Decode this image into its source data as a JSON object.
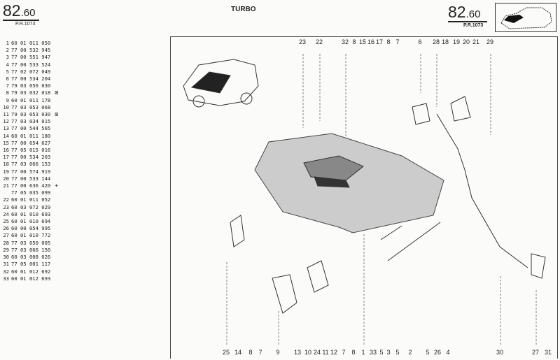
{
  "header": {
    "ref_main": "82",
    "ref_sub": ".60",
    "pr": "P.R.1073",
    "title": "TURBO"
  },
  "parts": [
    {
      "n": "1",
      "ref": "60 01 011 050",
      "mark": ""
    },
    {
      "n": "2",
      "ref": "77 00 532 945",
      "mark": ""
    },
    {
      "n": "3",
      "ref": "77 00 551 947",
      "mark": ""
    },
    {
      "n": "4",
      "ref": "77 00 533 524",
      "mark": ""
    },
    {
      "n": "5",
      "ref": "77 02 072 049",
      "mark": ""
    },
    {
      "n": "6",
      "ref": "77 00 534 204",
      "mark": ""
    },
    {
      "n": "7",
      "ref": "79 03 056 030",
      "mark": ""
    },
    {
      "n": "8",
      "ref": "79 03 032 018",
      "mark": "⊠"
    },
    {
      "n": "9",
      "ref": "60 01 011 178",
      "mark": ""
    },
    {
      "n": "10",
      "ref": "77 03 053 068",
      "mark": ""
    },
    {
      "n": "11",
      "ref": "79 03 053 030",
      "mark": "⊠"
    },
    {
      "n": "12",
      "ref": "77 03 034 015",
      "mark": ""
    },
    {
      "n": "13",
      "ref": "77 00 544 565",
      "mark": ""
    },
    {
      "n": "14",
      "ref": "60 01 011 180",
      "mark": ""
    },
    {
      "n": "15",
      "ref": "77 00 654 627",
      "mark": ""
    },
    {
      "n": "16",
      "ref": "77 05 015 016",
      "mark": ""
    },
    {
      "n": "17",
      "ref": "77 00 534 203",
      "mark": ""
    },
    {
      "n": "18",
      "ref": "77 03 066 153",
      "mark": ""
    },
    {
      "n": "19",
      "ref": "77 00 574 919",
      "mark": ""
    },
    {
      "n": "20",
      "ref": "77 00 533 144",
      "mark": ""
    },
    {
      "n": "21",
      "ref": "77 00 636 420",
      "mark": "+"
    },
    {
      "n": "",
      "ref": "77 05 035 099",
      "mark": ""
    },
    {
      "n": "22",
      "ref": "60 01 011 052",
      "mark": ""
    },
    {
      "n": "23",
      "ref": "60 03 072 029",
      "mark": ""
    },
    {
      "n": "24",
      "ref": "60 01 010 693",
      "mark": ""
    },
    {
      "n": "25",
      "ref": "60 01 010 694",
      "mark": ""
    },
    {
      "n": "26",
      "ref": "60 00 054 995",
      "mark": ""
    },
    {
      "n": "27",
      "ref": "60 01 010 772",
      "mark": ""
    },
    {
      "n": "28",
      "ref": "77 03 050 005",
      "mark": ""
    },
    {
      "n": "29",
      "ref": "77 03 066 150",
      "mark": ""
    },
    {
      "n": "30",
      "ref": "60 03 008 026",
      "mark": ""
    },
    {
      "n": "31",
      "ref": "77 05 001 117",
      "mark": ""
    },
    {
      "n": "32",
      "ref": "60 01 012 692",
      "mark": ""
    },
    {
      "n": "33",
      "ref": "60 01 012 693",
      "mark": ""
    }
  ],
  "callouts_top": [
    "23",
    "22",
    "32",
    "8",
    "15",
    "16",
    "17",
    "8",
    "7",
    "6",
    "28",
    "18",
    "19",
    "20",
    "21",
    "29"
  ],
  "callouts_bottom": [
    "25",
    "14",
    "8",
    "7",
    "9",
    "13",
    "10",
    "24",
    "11",
    "12",
    "7",
    "8",
    "1",
    "33",
    "5",
    "3",
    "5",
    "2",
    "5",
    "26",
    "4",
    "30",
    "27",
    "31"
  ]
}
